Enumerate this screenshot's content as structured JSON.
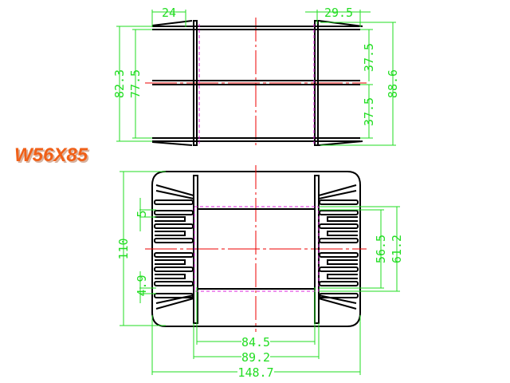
{
  "title": "W56X85",
  "top_view": {
    "dims": {
      "flange_left": "24",
      "flange_right": "29.5",
      "overall_left": "82.3",
      "inner_left": "77.5",
      "upper_right": "37.5",
      "lower_right": "37.5",
      "overall_right": "88.6"
    }
  },
  "bottom_view": {
    "dims": {
      "height": "110",
      "pitch": "5",
      "gap": "4.9",
      "window_inner": "56.5",
      "window_outer": "61.2",
      "width_inner": "84.5",
      "width_mid": "89.2",
      "width_overall": "148.7"
    }
  },
  "colors": {
    "dimension": "#22dd22",
    "centerline": "#ee0000",
    "hidden": "#dd22dd",
    "title": "#f06018"
  }
}
